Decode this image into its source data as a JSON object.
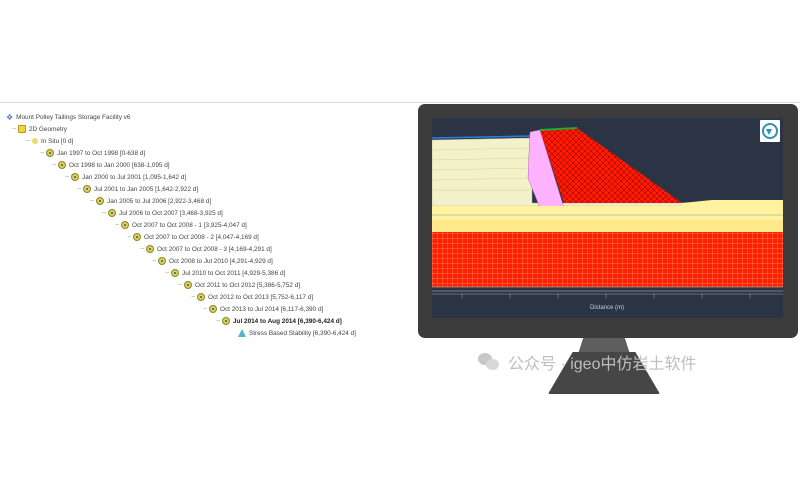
{
  "tree": {
    "root": {
      "label": "Mount Polley Tailings Storage Facility v6"
    },
    "geometry": {
      "label": "2D Geometry"
    },
    "insitu": {
      "label": "In Situ [0 d]"
    },
    "stages": [
      {
        "label": "Jan 1997 to Oct 1998 [0-638 d]"
      },
      {
        "label": "Oct 1998 to Jan 2000 [638-1,095 d]"
      },
      {
        "label": "Jan 2000 to Jul 2001 [1,095-1,642 d]"
      },
      {
        "label": "Jul 2001 to Jan 2005 [1,642-2,922 d]"
      },
      {
        "label": "Jan 2005 to Jul 2006 [2,922-3,468 d]"
      },
      {
        "label": "Jul 2006 to Oct 2007 [3,468-3,925 d]"
      },
      {
        "label": "Oct 2007 to Oct 2008 - 1 [3,925-4,047 d]"
      },
      {
        "label": "Oct 2007 to Oct 2008 - 2 [4,047-4,169 d]"
      },
      {
        "label": "Oct 2007 to Oct 2008 - 3 [4,169-4,291 d]"
      },
      {
        "label": "Oct 2008 to Jul 2010 [4,291-4,929 d]"
      },
      {
        "label": "Jul 2010 to Oct 2011 [4,929-5,386 d]"
      },
      {
        "label": "Oct 2011 to Oct 2012 [5,386-5,752 d]"
      },
      {
        "label": "Oct 2012 to Oct 2013 [5,752-6,117 d]"
      },
      {
        "label": "Oct 2013 to Jul 2014 [6,117-6,390 d]"
      },
      {
        "label": "Jul 2014 to Aug 2014 [6,390-6,424 d]"
      }
    ],
    "stress": {
      "label": "Stress Based Stability [6,390-6,424 d]"
    }
  },
  "monitor": {
    "x_axis_label": "Distance (m)",
    "colors": {
      "background": "#2a3444",
      "tailings": "#f3f1c8",
      "core": "#ffb2ff",
      "shell": "#ff1a00",
      "foundation_yellow": "#fff3a0",
      "foundation_red": "#ff2000"
    }
  },
  "watermark": {
    "text": "公众号 · igeo中仿岩土软件"
  }
}
